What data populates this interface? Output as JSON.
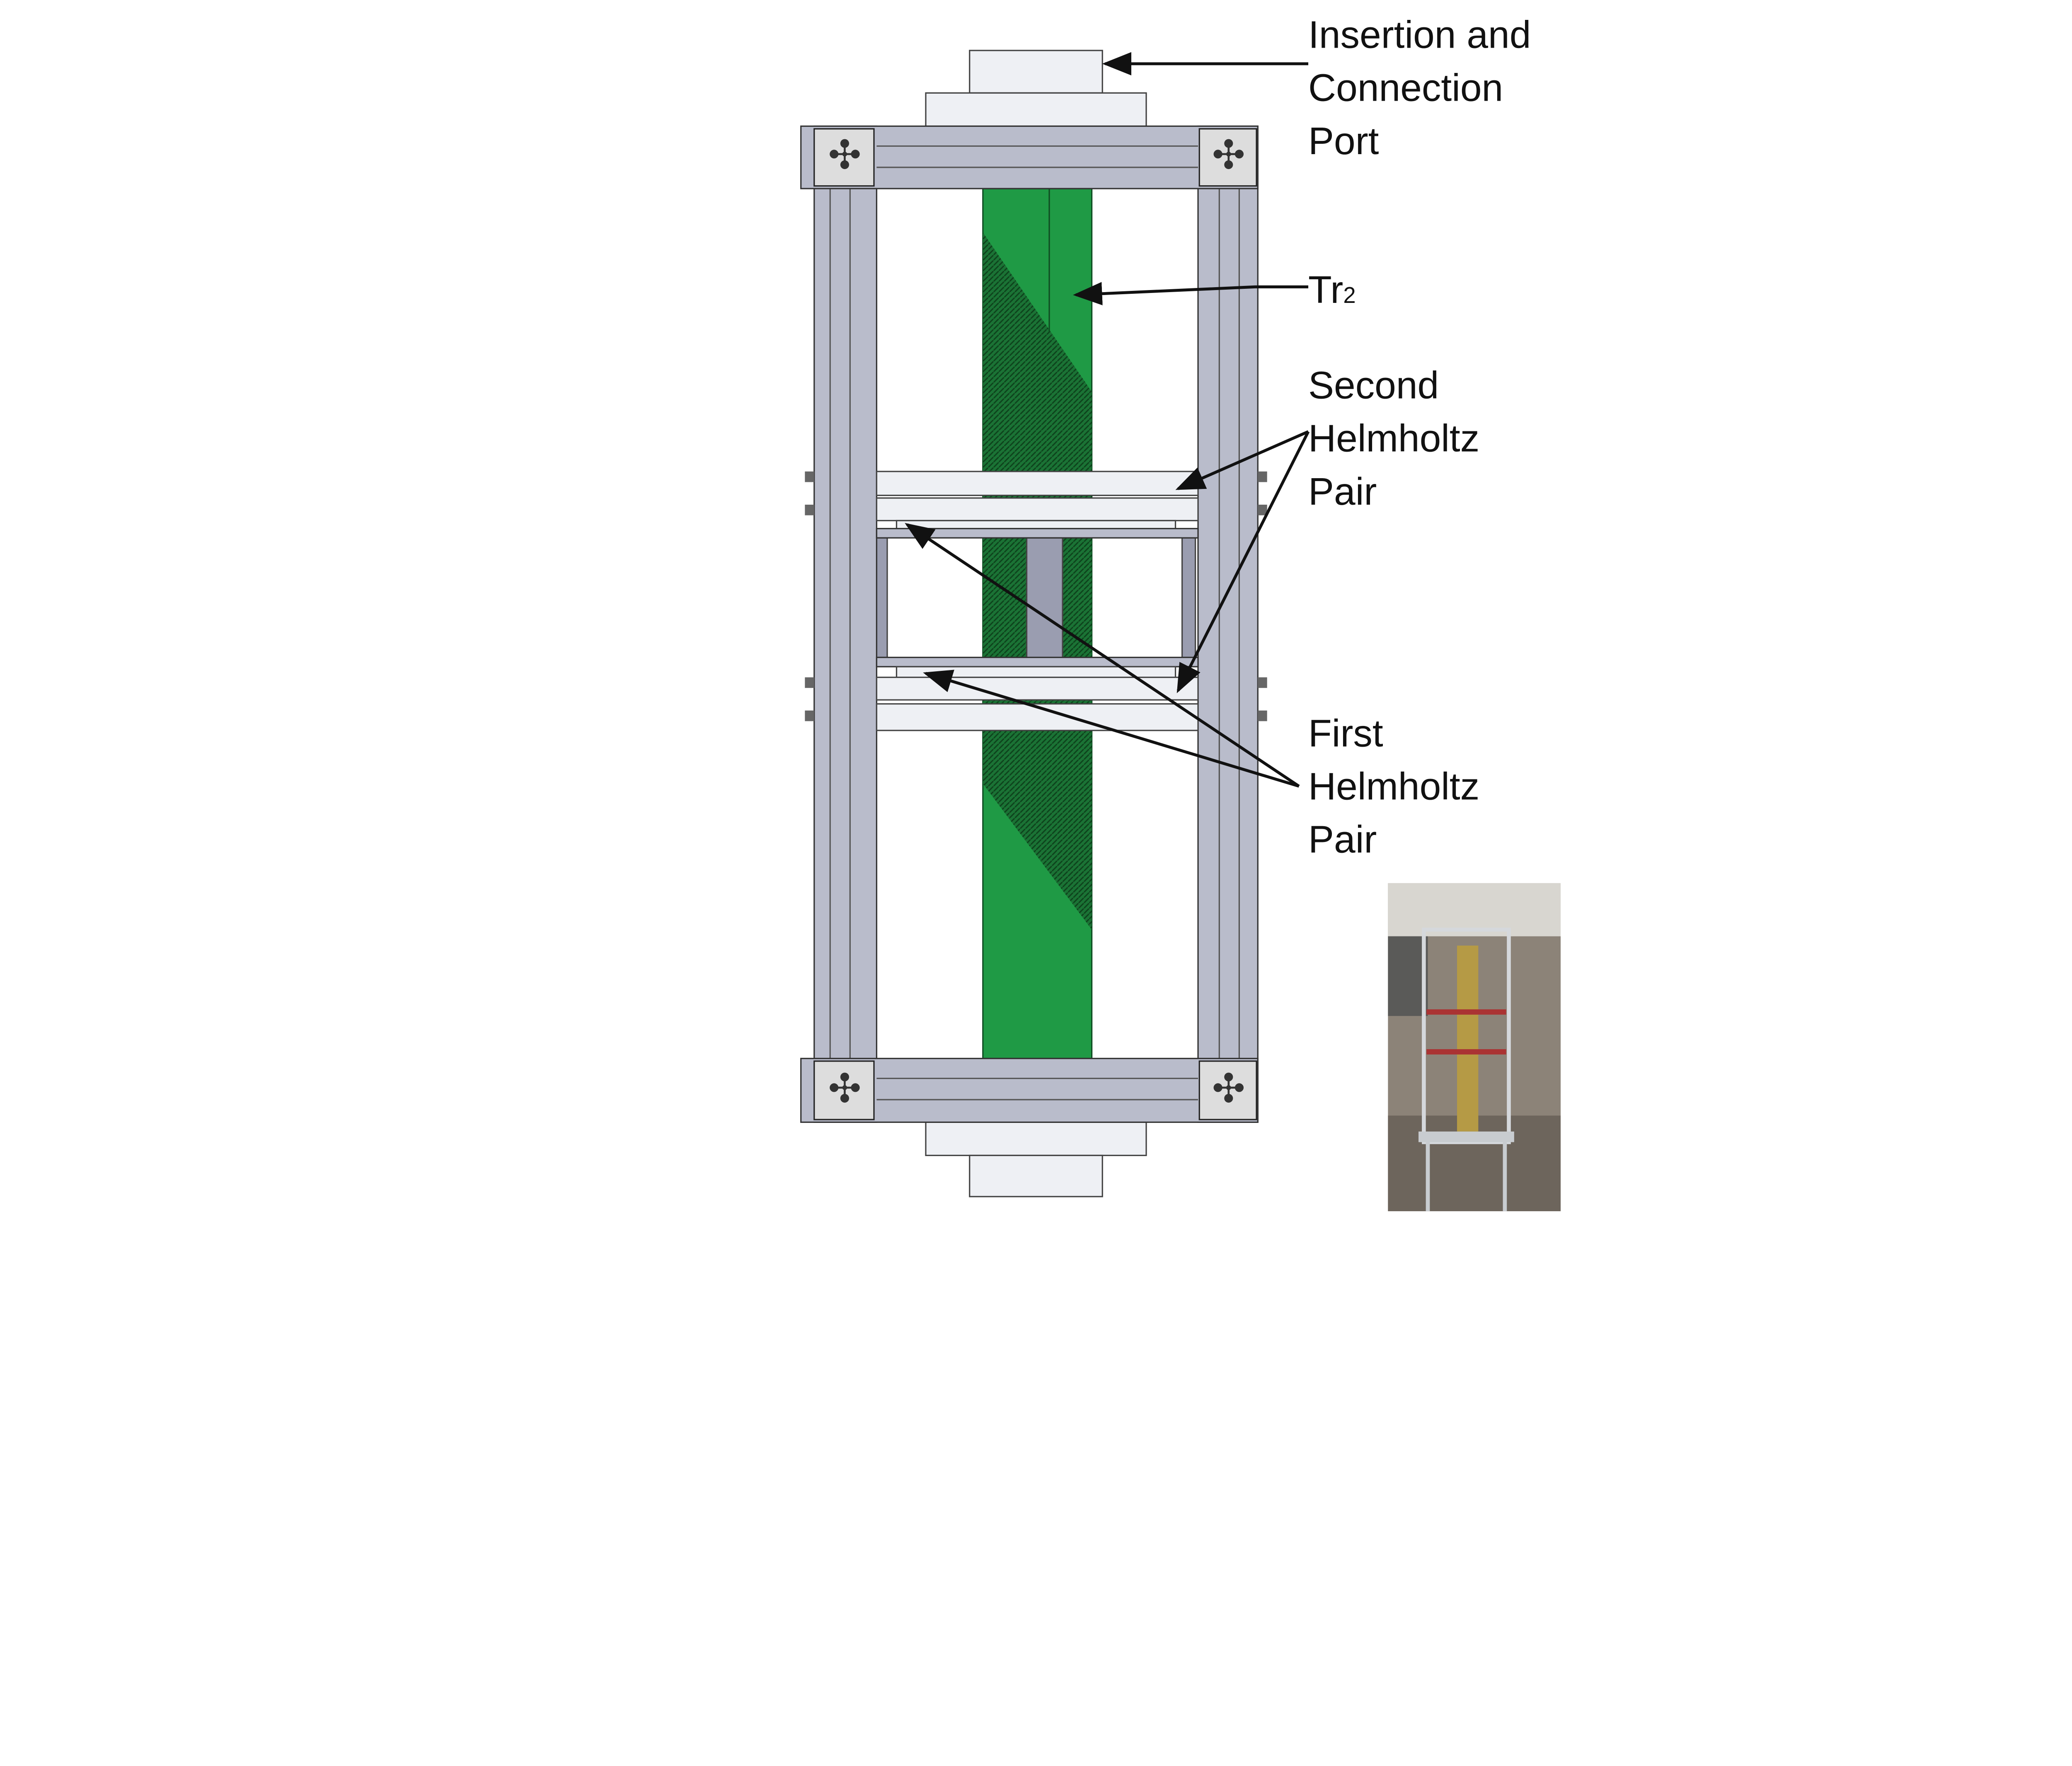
{
  "labels": {
    "port": [
      "Insertion and",
      "Connection",
      "Port"
    ],
    "tr2": {
      "main": "Tr",
      "sub": "2"
    },
    "second_pair": [
      "Second",
      "Helmholtz",
      "Pair"
    ],
    "first_pair": [
      "First",
      "Helmholtz",
      "Pair"
    ]
  },
  "colors": {
    "cylinder": "#1f9a45",
    "cylinder_dark": "#145e2a",
    "frame": "#b9bccb",
    "plate": "#eef0f4"
  }
}
